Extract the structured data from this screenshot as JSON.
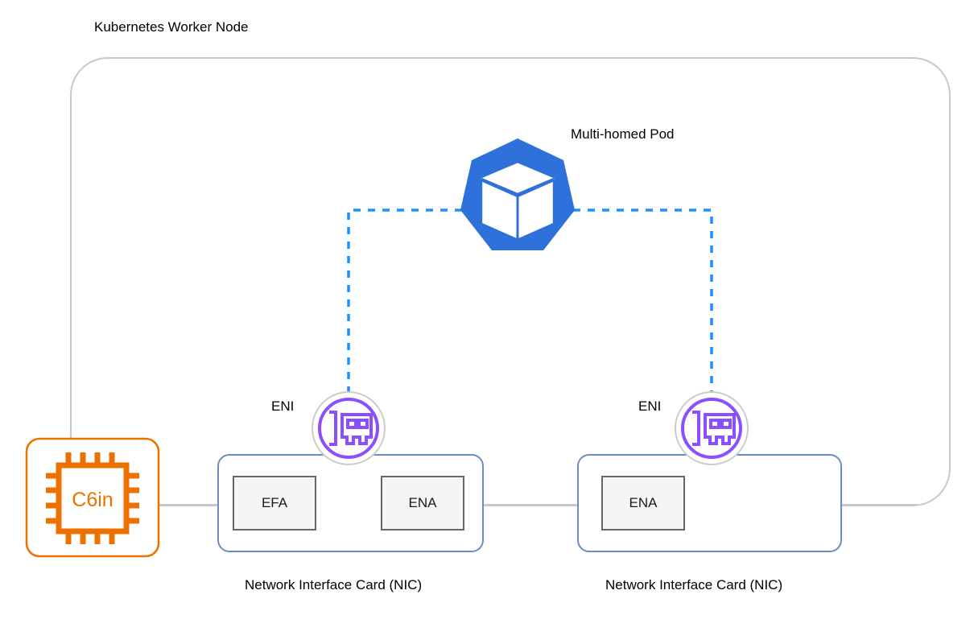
{
  "diagram": {
    "node_title": "Kubernetes Worker Node",
    "pod_title": "Multi-homed Pod",
    "pod_icon": "kubernetes-logo-icon",
    "instance": {
      "label": "C6in",
      "icon": "cpu-chip-icon",
      "border_color": "#ED7100",
      "accent_color": "#ED7100"
    },
    "colors": {
      "node_border": "#c8c8c8",
      "pod_blue": "#2e71da",
      "dashed_link": "#1e90ff",
      "nic_border": "#6c8ebf",
      "eni_purple": "#8c4fff",
      "eni_ring": "#cccccc",
      "adapter_fill": "#f5f5f5",
      "adapter_border": "#666666",
      "plain_link": "#c8c8c8"
    },
    "enis": [
      {
        "label": "ENI",
        "icon": "network-interface-card-icon"
      },
      {
        "label": "ENI",
        "icon": "network-interface-card-icon"
      }
    ],
    "nics": [
      {
        "caption": "Network Interface Card (NIC)",
        "adapters": [
          {
            "label": "EFA"
          },
          {
            "label": "ENA"
          }
        ]
      },
      {
        "caption": "Network Interface Card (NIC)",
        "adapters": [
          {
            "label": "ENA"
          }
        ]
      }
    ]
  }
}
